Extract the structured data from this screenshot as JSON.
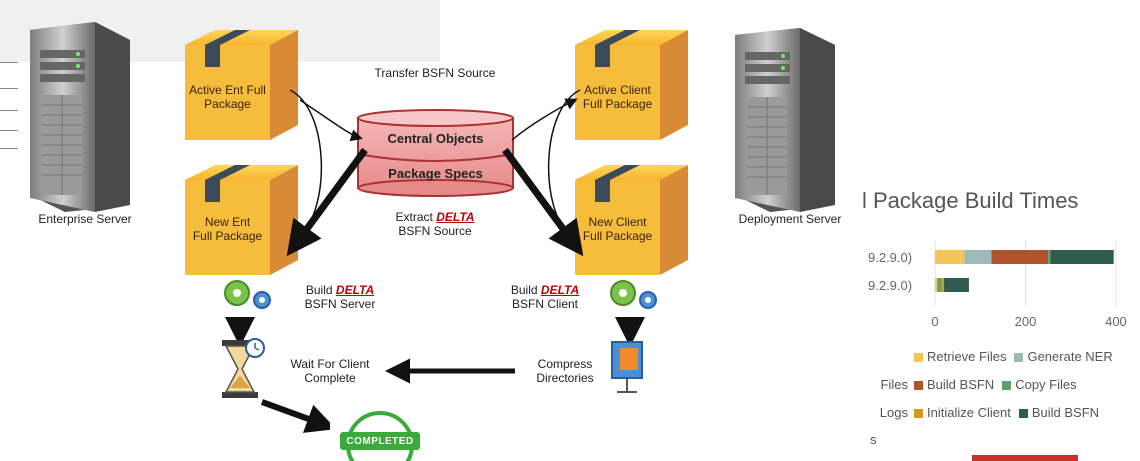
{
  "diagram": {
    "enterprise_server_label": "Enterprise Server",
    "deployment_server_label": "Deployment Server",
    "active_ent_pkg": [
      "Active Ent Full",
      "Package"
    ],
    "new_ent_pkg": [
      "New Ent",
      "Full Package"
    ],
    "active_client_pkg": [
      "Active Client",
      "Full Package"
    ],
    "new_client_pkg": [
      "New Client",
      "Full Package"
    ],
    "transfer_label": "Transfer BSFN  Source",
    "central_objects": "Central Objects",
    "package_specs": "Package Specs",
    "extract_prefix": "Extract ",
    "delta": "DELTA",
    "extract_line2": "BSFN  Source",
    "build_prefix": "Build ",
    "build_server_line2": "BSFN  Server",
    "build_client_line2": "BSFN Client",
    "wait_label": [
      "Wait For Client",
      "Complete"
    ],
    "compress_label": [
      "Compress",
      "Directories"
    ],
    "completed_badge": "COMPLETED"
  },
  "chart_data": {
    "type": "bar",
    "orientation": "horizontal",
    "stacked": true,
    "title": "l Package Build Times",
    "categories": [
      "9.2.9.0)",
      "9.2.9.0)"
    ],
    "xlim": [
      0,
      420
    ],
    "xticks": [
      0,
      200,
      400
    ],
    "series": [
      {
        "name": "Retrieve Files",
        "color": "#f5c55a",
        "values": [
          65,
          5
        ]
      },
      {
        "name": "Generate NER",
        "color": "#9fb8b8",
        "values": [
          60,
          0
        ]
      },
      {
        "name": "Build BSFN",
        "color": "#b0522b",
        "values": [
          125,
          0
        ]
      },
      {
        "name": "Copy Files",
        "color": "#5f9e6e",
        "values": [
          5,
          10
        ]
      },
      {
        "name": "Initialize Client",
        "color": "#d89a1a",
        "values": [
          0,
          5
        ]
      },
      {
        "name": "Build BSFN",
        "color": "#2f5c4f",
        "values": [
          140,
          55
        ]
      }
    ],
    "legend_rows": [
      [
        {
          "prefix": "",
          "name": "Retrieve Files",
          "color": "#f5c55a"
        },
        {
          "name": "Generate NER",
          "color": "#9fb8b8"
        }
      ],
      [
        {
          "prefix": "Files",
          "name": "Build BSFN",
          "color": "#b0522b"
        },
        {
          "name": "Copy Files",
          "color": "#5f9e6e"
        }
      ],
      [
        {
          "prefix": "Logs",
          "name": "Initialize Client",
          "color": "#d89a1a"
        },
        {
          "name": "Build BSFN",
          "color": "#2f5c4f"
        }
      ]
    ],
    "legend_extra": "s"
  }
}
